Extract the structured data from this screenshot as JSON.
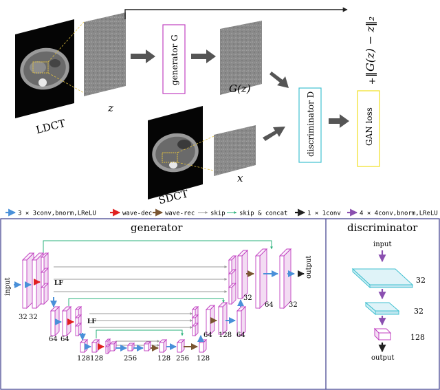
{
  "top": {
    "ldct_label": "LDCT",
    "sdct_label": "SDCT",
    "z_label": "z",
    "gz_label": "G(z)",
    "x_label": "x",
    "generator_label": "generator G",
    "discriminator_label": "discriminator D",
    "gan_loss_label": "GAN loss",
    "plus_label": "+",
    "l2_label": "‖G(z) − z‖₂"
  },
  "legend": [
    {
      "label": "3 × 3conv,bnorm,LReLU",
      "color": "#4a90d9",
      "kind": "arrow"
    },
    {
      "label": "wave-dec",
      "color": "#e02020",
      "kind": "arrow"
    },
    {
      "label": "wave-rec",
      "color": "#7a5530",
      "kind": "arrow"
    },
    {
      "label": "skip",
      "color": "#999999",
      "kind": "line"
    },
    {
      "label": "skip & concat",
      "color": "#2ab27b",
      "kind": "line"
    },
    {
      "label": "1 × 1conv",
      "color": "#111111",
      "kind": "arrow"
    },
    {
      "label": "4 × 4conv,bnorm,LReLU",
      "color": "#8a4fb0",
      "kind": "arrow"
    }
  ],
  "generator": {
    "title": "generator",
    "input_label": "input",
    "output_label": "output",
    "lf_label": "LF",
    "channel_labels": [
      "32",
      "32",
      "64",
      "64",
      "128",
      "128",
      "256",
      "128",
      "256",
      "128",
      "64",
      "128",
      "64",
      "32",
      "64",
      "32"
    ]
  },
  "discriminator": {
    "title": "discriminator",
    "input_label": "input",
    "output_label": "output",
    "channels": [
      "32",
      "32",
      "128"
    ]
  },
  "colors": {
    "purple": "#c040c0",
    "cyan": "#40c0d0",
    "yellow": "#f0e020",
    "arrow_gray": "#555555",
    "frame": "#3a3a8a"
  }
}
